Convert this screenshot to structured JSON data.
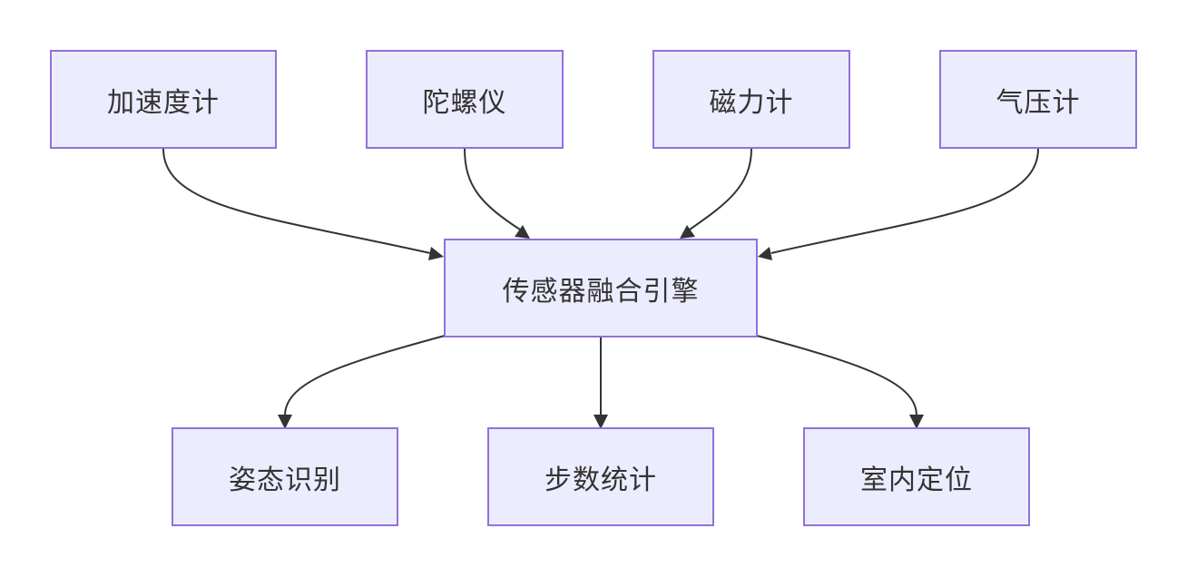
{
  "nodes": {
    "accelerometer": "加速度计",
    "gyroscope": "陀螺仪",
    "magnetometer": "磁力计",
    "barometer": "气压计",
    "fusion_engine": "传感器融合引擎",
    "attitude": "姿态识别",
    "step_count": "步数统计",
    "indoor_positioning": "室内定位"
  },
  "edges": [
    {
      "from": "加速度计",
      "to": "传感器融合引擎"
    },
    {
      "from": "陀螺仪",
      "to": "传感器融合引擎"
    },
    {
      "from": "磁力计",
      "to": "传感器融合引擎"
    },
    {
      "from": "气压计",
      "to": "传感器融合引擎"
    },
    {
      "from": "传感器融合引擎",
      "to": "姿态识别"
    },
    {
      "from": "传感器融合引擎",
      "to": "步数统计"
    },
    {
      "from": "传感器融合引擎",
      "to": "室内定位"
    }
  ],
  "colors": {
    "node_fill": "#ECECFF",
    "node_border": "#9370DB",
    "edge": "#333333",
    "text": "#333333"
  }
}
